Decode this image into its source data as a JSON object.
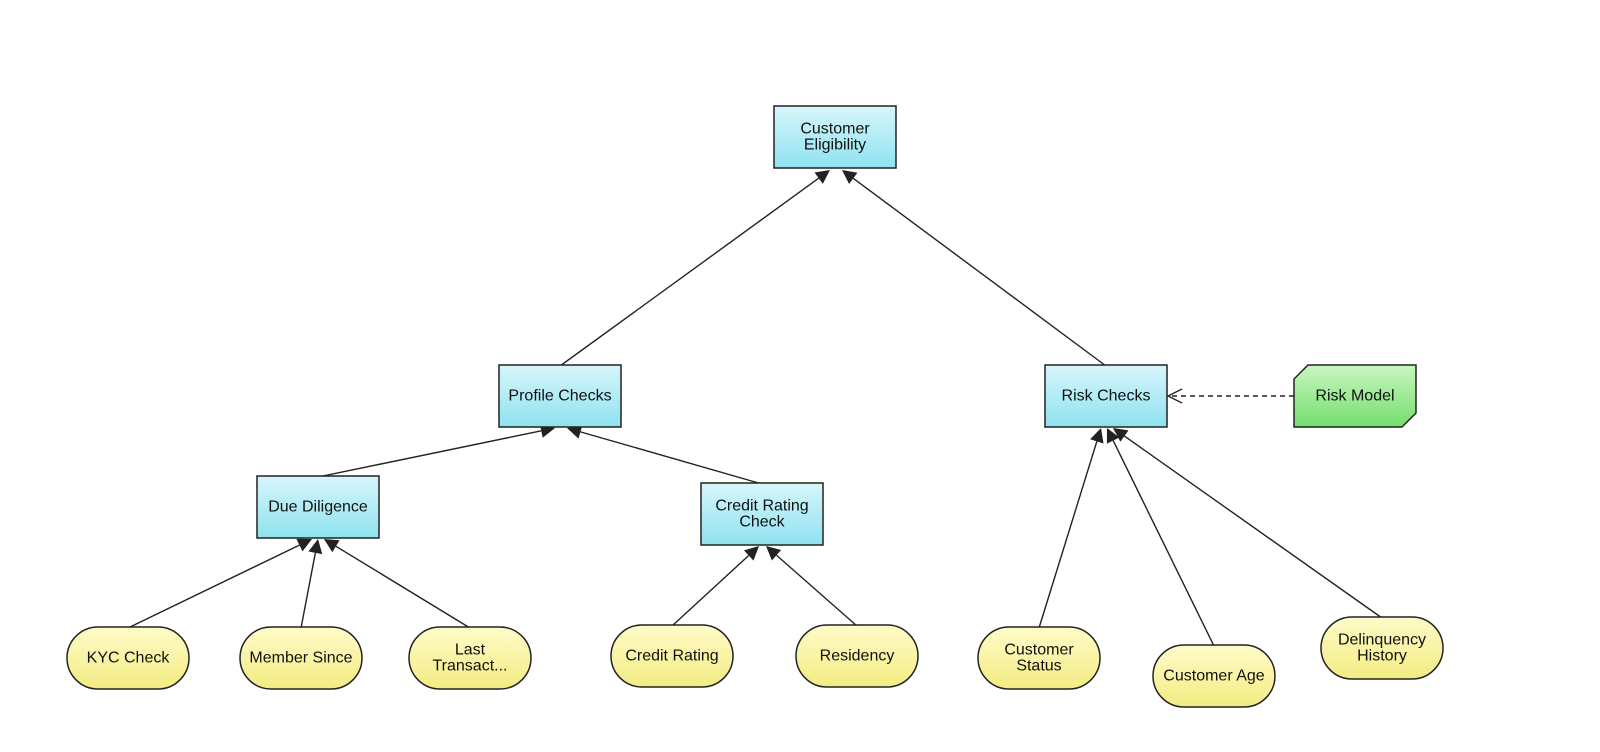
{
  "colors": {
    "decision_fill_top": "#d7f6fb",
    "decision_fill_bottom": "#8fe2f0",
    "input_fill_top": "#fffbc9",
    "input_fill_bottom": "#f3ec82",
    "knowledge_fill_top": "#c9f7c0",
    "knowledge_fill_bottom": "#74dd6e",
    "stroke": "#222222",
    "edge": "#222222"
  },
  "nodes": {
    "customer_eligibility": {
      "kind": "decision",
      "lines": [
        "Customer",
        "Eligibility"
      ]
    },
    "profile_checks": {
      "kind": "decision",
      "lines": [
        "Profile Checks"
      ]
    },
    "risk_checks": {
      "kind": "decision",
      "lines": [
        "Risk Checks"
      ]
    },
    "due_diligence": {
      "kind": "decision",
      "lines": [
        "Due Diligence"
      ]
    },
    "credit_rating_check": {
      "kind": "decision",
      "lines": [
        "Credit Rating",
        "Check"
      ]
    },
    "risk_model": {
      "kind": "knowledge-source",
      "lines": [
        "Risk Model"
      ]
    },
    "kyc_check": {
      "kind": "input-data",
      "lines": [
        "KYC Check"
      ]
    },
    "member_since": {
      "kind": "input-data",
      "lines": [
        "Member Since"
      ]
    },
    "last_transaction": {
      "kind": "input-data",
      "lines": [
        "Last",
        "Transact..."
      ]
    },
    "credit_rating": {
      "kind": "input-data",
      "lines": [
        "Credit Rating"
      ]
    },
    "residency": {
      "kind": "input-data",
      "lines": [
        "Residency"
      ]
    },
    "customer_status": {
      "kind": "input-data",
      "lines": [
        "Customer",
        "Status"
      ]
    },
    "customer_age": {
      "kind": "input-data",
      "lines": [
        "Customer Age"
      ]
    },
    "delinquency_history": {
      "kind": "input-data",
      "lines": [
        "Delinquency",
        "History"
      ]
    }
  },
  "edges": [
    {
      "from": "profile_checks",
      "to": "customer_eligibility",
      "style": "information-requirement"
    },
    {
      "from": "risk_checks",
      "to": "customer_eligibility",
      "style": "information-requirement"
    },
    {
      "from": "due_diligence",
      "to": "profile_checks",
      "style": "information-requirement"
    },
    {
      "from": "credit_rating_check",
      "to": "profile_checks",
      "style": "information-requirement"
    },
    {
      "from": "kyc_check",
      "to": "due_diligence",
      "style": "information-requirement"
    },
    {
      "from": "member_since",
      "to": "due_diligence",
      "style": "information-requirement"
    },
    {
      "from": "last_transaction",
      "to": "due_diligence",
      "style": "information-requirement"
    },
    {
      "from": "credit_rating",
      "to": "credit_rating_check",
      "style": "information-requirement"
    },
    {
      "from": "residency",
      "to": "credit_rating_check",
      "style": "information-requirement"
    },
    {
      "from": "customer_status",
      "to": "risk_checks",
      "style": "information-requirement"
    },
    {
      "from": "customer_age",
      "to": "risk_checks",
      "style": "information-requirement"
    },
    {
      "from": "delinquency_history",
      "to": "risk_checks",
      "style": "information-requirement"
    },
    {
      "from": "risk_model",
      "to": "risk_checks",
      "style": "knowledge-requirement"
    }
  ]
}
